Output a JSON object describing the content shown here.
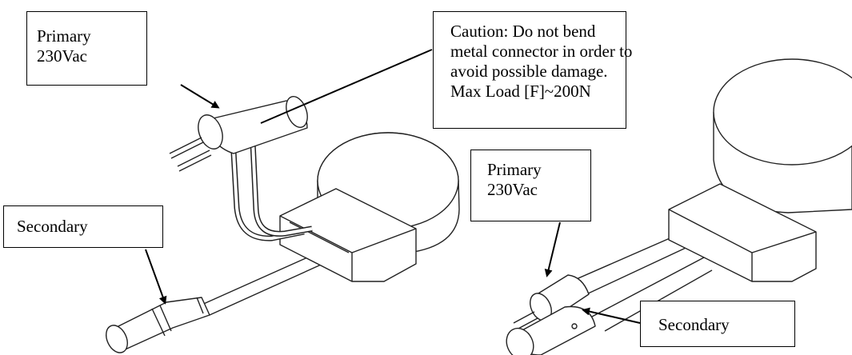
{
  "labels": {
    "primary_left": {
      "line1": "Primary",
      "line2": "230Vac"
    },
    "caution": {
      "line1": "Caution: Do not bend",
      "line2": "metal connector in order to",
      "line3": "avoid possible damage.",
      "line4": "Max Load [F]~200N"
    },
    "secondary_left": {
      "line1": "Secondary"
    },
    "primary_right": {
      "line1": "Primary",
      "line2": "230Vac"
    },
    "secondary_right": {
      "line1": "Secondary"
    }
  },
  "colors": {
    "ink": "#000000",
    "background": "#ffffff",
    "outline": "#222222"
  }
}
